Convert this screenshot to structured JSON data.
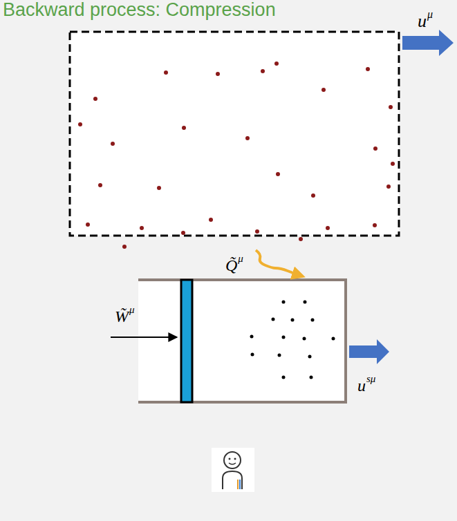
{
  "diagram": {
    "title": "Backward process: Compression",
    "labels": [
      "u",
      "μ",
      "Q̃",
      "μ",
      "W̃",
      "μ",
      "u",
      "sμ"
    ]
  }
}
